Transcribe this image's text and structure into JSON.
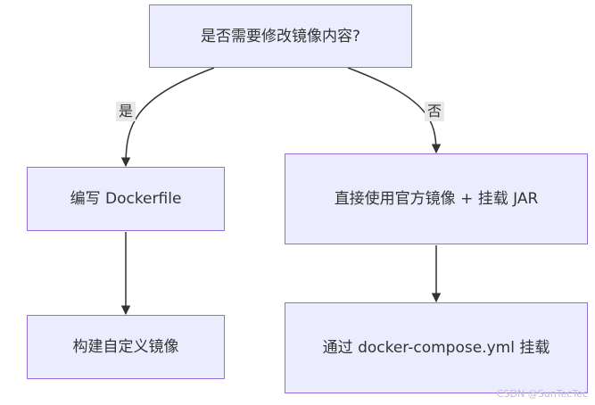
{
  "nodes": {
    "question": "是否需要修改镜像内容?",
    "write_dockerfile": "编写 Dockerfile",
    "build_image": "构建自定义镜像",
    "use_official": "直接使用官方镜像 + 挂载 JAR",
    "compose_mount": "通过 docker-compose.yml 挂载"
  },
  "edges": {
    "yes_label": "是",
    "no_label": "否"
  },
  "watermark": "CSDN @SunTecTec",
  "colors": {
    "node_fill": "#ECECFF",
    "node_border": "#9370DB",
    "edge": "#333333",
    "label_bg": "#e8e8e8"
  }
}
